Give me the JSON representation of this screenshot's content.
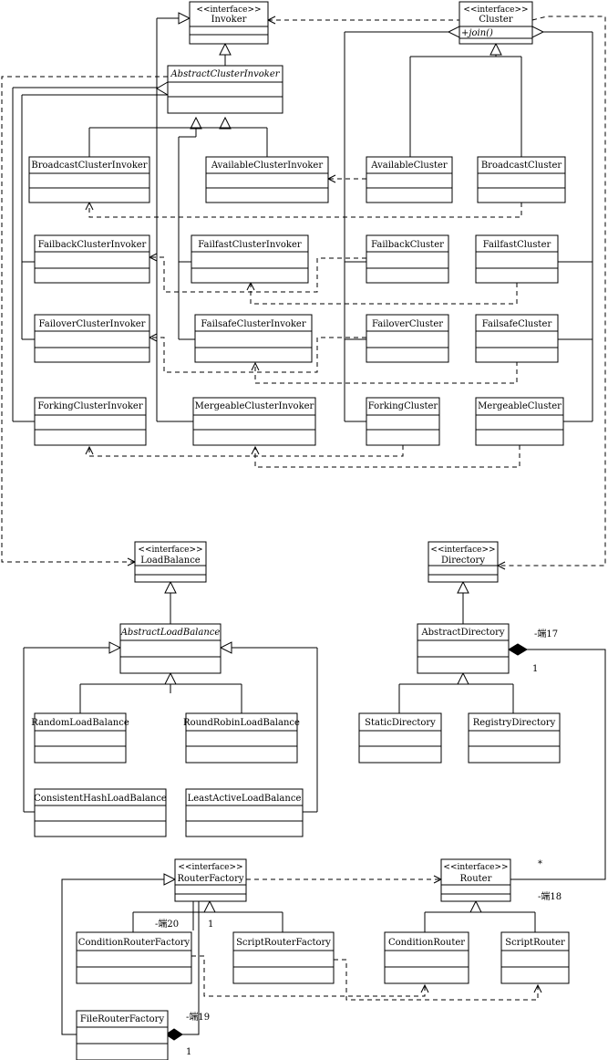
{
  "diagram": {
    "classes": {
      "invoker": {
        "stereotype": "<<interface>>",
        "name": "Invoker"
      },
      "cluster": {
        "stereotype": "<<interface>>",
        "name": "Cluster",
        "method": "+join()"
      },
      "abstract_cluster_invoker": {
        "name": "AbstractClusterInvoker"
      },
      "broadcast_cluster_invoker": {
        "name": "BroadcastClusterInvoker"
      },
      "available_cluster_invoker": {
        "name": "AvailableClusterInvoker"
      },
      "available_cluster": {
        "name": "AvailableCluster"
      },
      "broadcast_cluster": {
        "name": "BroadcastCluster"
      },
      "failback_cluster_invoker": {
        "name": "FailbackClusterInvoker"
      },
      "failfast_cluster_invoker": {
        "name": "FailfastClusterInvoker"
      },
      "failback_cluster": {
        "name": "FailbackCluster"
      },
      "failfast_cluster": {
        "name": "FailfastCluster"
      },
      "failover_cluster_invoker": {
        "name": "FailoverClusterInvoker"
      },
      "failsafe_cluster_invoker": {
        "name": "FailsafeClusterInvoker"
      },
      "failover_cluster": {
        "name": "FailoverCluster"
      },
      "failsafe_cluster": {
        "name": "FailsafeCluster"
      },
      "forking_cluster_invoker": {
        "name": "ForkingClusterInvoker"
      },
      "mergeable_cluster_invoker": {
        "name": "MergeableClusterInvoker"
      },
      "forking_cluster": {
        "name": "ForkingCluster"
      },
      "mergeable_cluster": {
        "name": "MergeableCluster"
      },
      "load_balance": {
        "stereotype": "<<interface>>",
        "name": "LoadBalance"
      },
      "directory": {
        "stereotype": "<<interface>>",
        "name": "Directory"
      },
      "abstract_load_balance": {
        "name": "AbstractLoadBalance"
      },
      "abstract_directory": {
        "name": "AbstractDirectory"
      },
      "random_load_balance": {
        "name": "RandomLoadBalance"
      },
      "round_robin_load_balance": {
        "name": "RoundRobinLoadBalance"
      },
      "static_directory": {
        "name": "StaticDirectory"
      },
      "registry_directory": {
        "name": "RegistryDirectory"
      },
      "consistent_hash_load_balance": {
        "name": "ConsistentHashLoadBalance"
      },
      "least_active_load_balance": {
        "name": "LeastActiveLoadBalance"
      },
      "router_factory": {
        "stereotype": "<<interface>>",
        "name": "RouterFactory"
      },
      "router": {
        "stereotype": "<<interface>>",
        "name": "Router"
      },
      "condition_router_factory": {
        "name": "ConditionRouterFactory"
      },
      "script_router_factory": {
        "name": "ScriptRouterFactory"
      },
      "condition_router": {
        "name": "ConditionRouter"
      },
      "script_router": {
        "name": "ScriptRouter"
      },
      "file_router_factory": {
        "name": "FileRouterFactory"
      }
    },
    "labels": {
      "end17": "-端17",
      "mult_one_a": "1",
      "mult_many": "*",
      "end18": "-端18",
      "end20": "-端20",
      "mult_one_b": "1",
      "end19": "-端19",
      "mult_one_c": "1"
    }
  }
}
